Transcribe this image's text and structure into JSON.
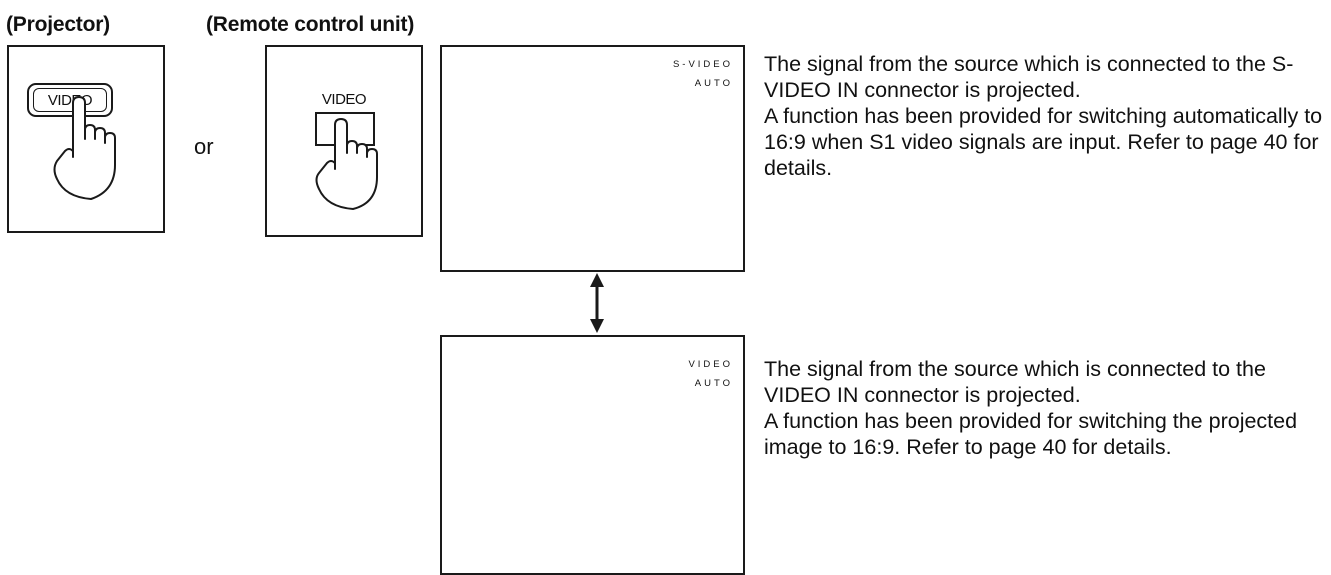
{
  "headings": {
    "projector": "(Projector)",
    "remote": "(Remote control unit)"
  },
  "projector_button": {
    "label": "VIDEO"
  },
  "remote_button": {
    "label": "VIDEO"
  },
  "connector_word": "or",
  "screen_svideo": {
    "line1": "S-VIDEO",
    "line2": "AUTO"
  },
  "screen_video": {
    "line1": "VIDEO",
    "line2": "AUTO"
  },
  "description_svideo": {
    "para1": "The signal from the source which is connected to the S-VIDEO IN connector is projected.",
    "para2": "A function has been provided for switching automatically to 16:9 when S1 video signals are input. Refer to page 40 for details."
  },
  "description_video": {
    "para1": "The signal from the source which is connected to the VIDEO IN connector is projected.",
    "para2": "A function has been provided for switching the projected image to 16:9. Refer to page 40 for details."
  },
  "icons": [
    "hand-press-icon",
    "double-arrow-icon"
  ]
}
